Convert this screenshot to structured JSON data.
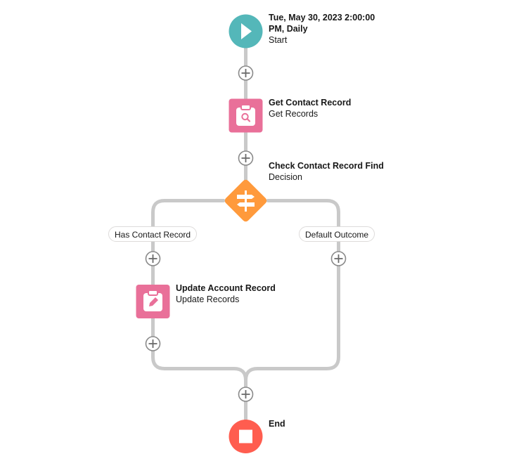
{
  "colors": {
    "connector": "#c9c9c9",
    "start": "#54b7b9",
    "get_records": "#e97099",
    "update_records": "#e97099",
    "decision": "#ff9a3c",
    "end": "#ff5d4f",
    "add_button_border": "#8a8a8a"
  },
  "nodes": {
    "start": {
      "title_line1": "Tue, May 30, 2023 2:00:00",
      "title_line2": "PM, Daily",
      "subtitle": "Start",
      "icon": "play-icon"
    },
    "get_contact": {
      "title": "Get Contact Record",
      "subtitle": "Get Records",
      "icon": "clipboard-search-icon"
    },
    "decision": {
      "title": "Check Contact Record Find",
      "subtitle": "Decision",
      "icon": "signpost-icon"
    },
    "update_account": {
      "title": "Update Account Record",
      "subtitle": "Update Records",
      "icon": "clipboard-edit-icon"
    },
    "end": {
      "title": "End",
      "icon": "stop-icon"
    }
  },
  "outcomes": {
    "left": "Has Contact Record",
    "right": "Default Outcome"
  }
}
